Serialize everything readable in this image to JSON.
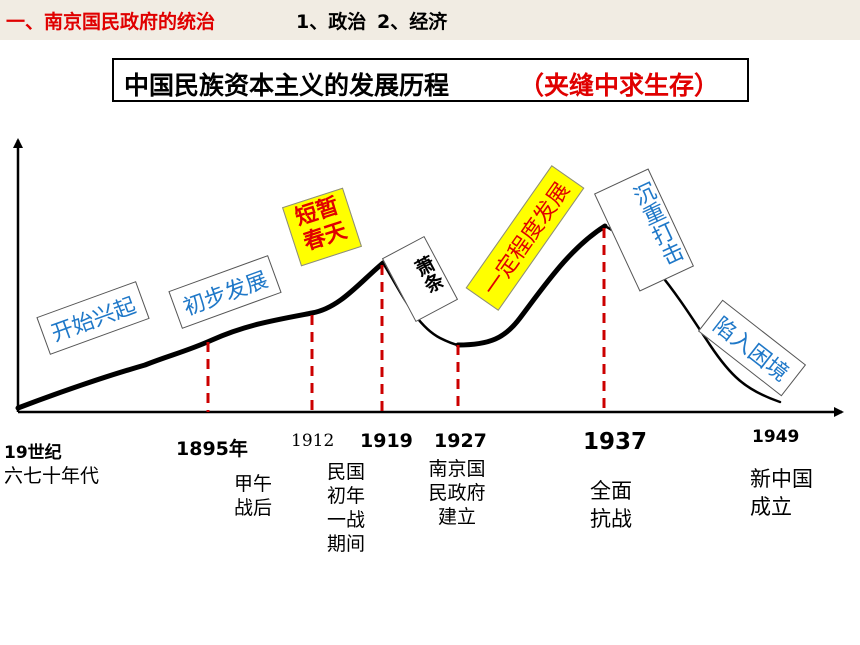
{
  "header": {
    "section_title": "一、南京国民政府的统治",
    "item1": "1、政治",
    "item2": "2、经济"
  },
  "title": {
    "main": "中国民族资本主义的发展历程",
    "sub": "（夹缝中求生存）"
  },
  "stages": [
    "开始兴起",
    "初步发展",
    "短暂春天",
    "萧条",
    "一定程度发展",
    "沉重打击",
    "陷入困境"
  ],
  "time_labels": {
    "t1": {
      "year": "19世纪",
      "note": "六七十年代"
    },
    "t2": {
      "year": "1895年",
      "note": "甲午战后"
    },
    "t3": {
      "year": "1912",
      "note": "民国初年一战期间"
    },
    "t4": {
      "year": "1919",
      "note": ""
    },
    "t5": {
      "year": "1927",
      "note": "南京国民政府建立"
    },
    "t6": {
      "year": "1937",
      "note": "全面抗战"
    },
    "t7": {
      "year": "1949",
      "note": "新中国成立"
    }
  },
  "colors": {
    "accent_red": "#e00000",
    "stage_blue": "#1f78c8",
    "highlight_yellow": "#ffff00",
    "header_bg": "#f1ece3"
  }
}
